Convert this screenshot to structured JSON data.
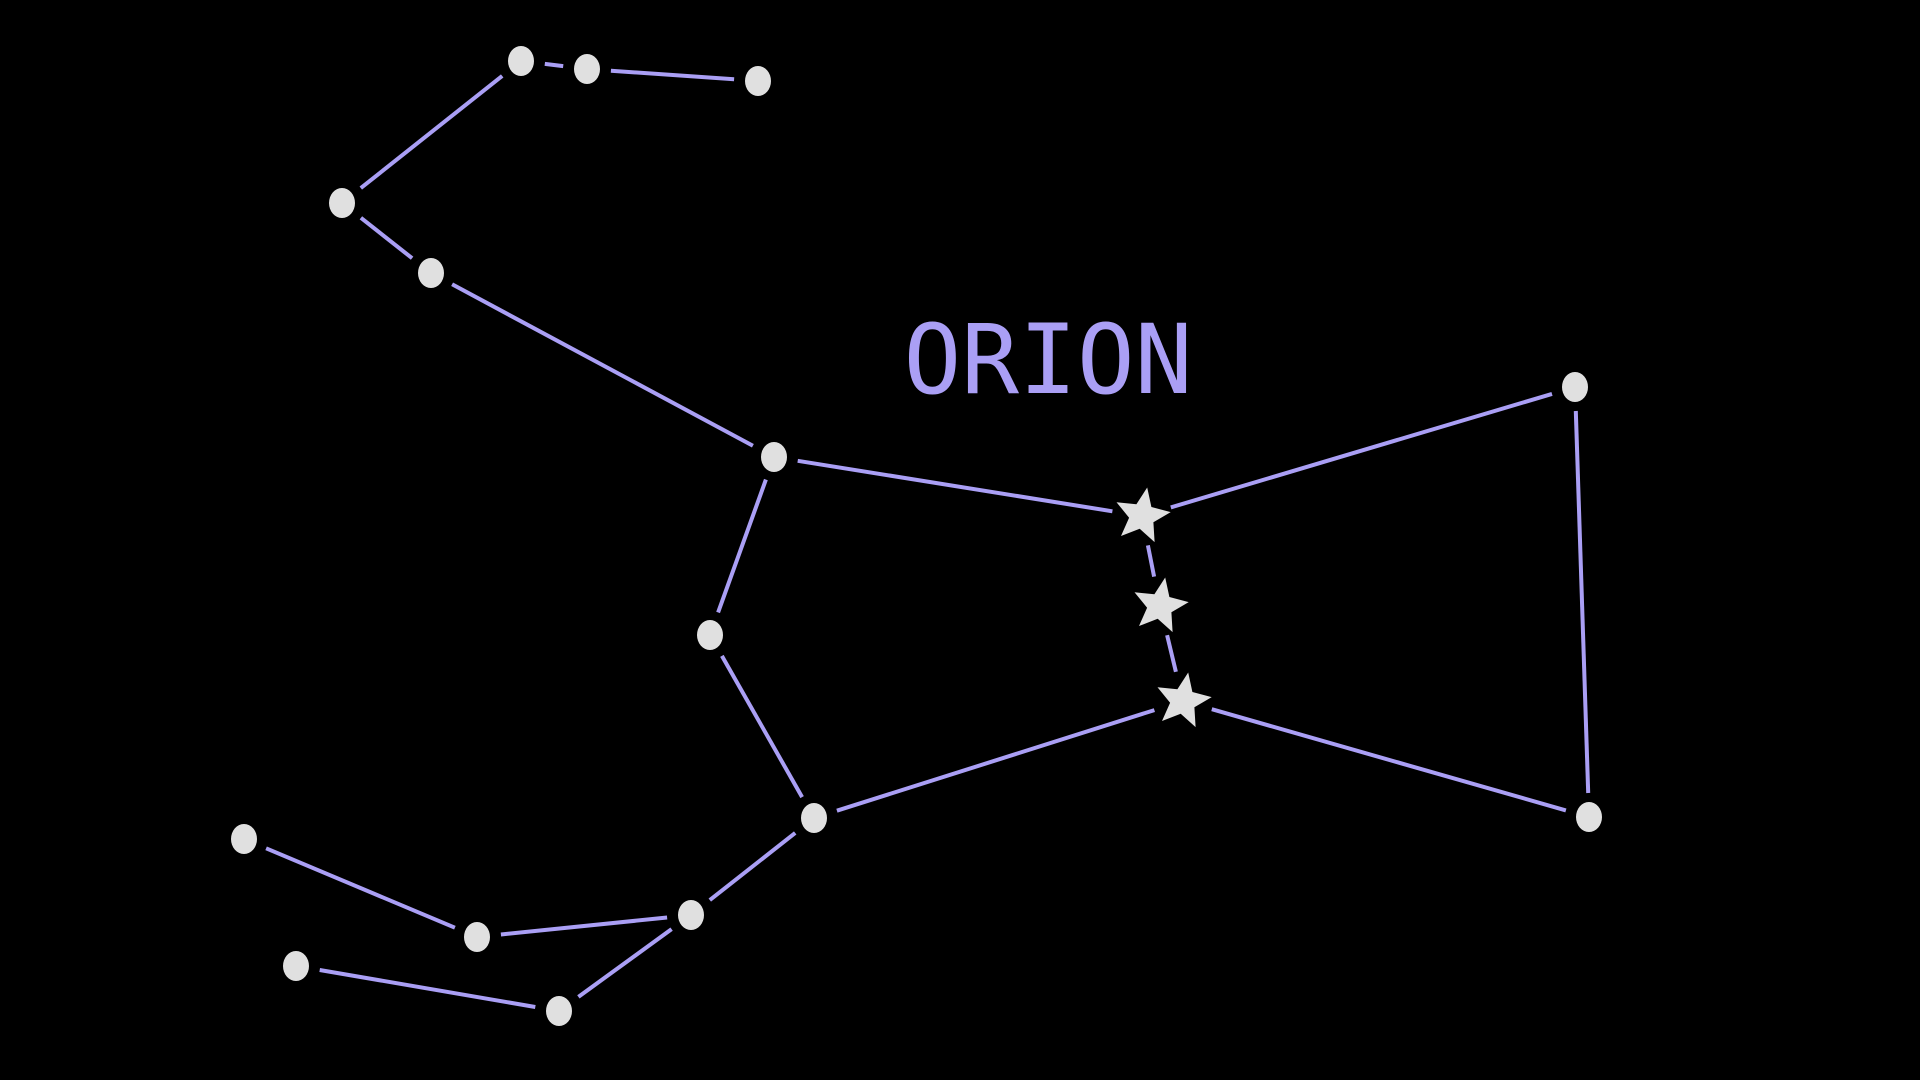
{
  "title": "ORION",
  "colors": {
    "background": "#000000",
    "line": "#aa9ff5",
    "star": "#e0e0e0",
    "title": "#aa9ff5"
  },
  "stars": [
    {
      "id": "head-1",
      "shape": "dot"
    },
    {
      "id": "head-2",
      "shape": "dot"
    },
    {
      "id": "head-3",
      "shape": "dot"
    },
    {
      "id": "arm-upper",
      "shape": "dot"
    },
    {
      "id": "arm-elbow",
      "shape": "dot"
    },
    {
      "id": "shoulder-left",
      "shape": "dot"
    },
    {
      "id": "side-mid",
      "shape": "dot"
    },
    {
      "id": "hip-left",
      "shape": "dot"
    },
    {
      "id": "belt-1",
      "shape": "star"
    },
    {
      "id": "belt-2",
      "shape": "star"
    },
    {
      "id": "belt-3",
      "shape": "star"
    },
    {
      "id": "shoulder-right",
      "shape": "dot"
    },
    {
      "id": "foot-right",
      "shape": "dot"
    },
    {
      "id": "leg-joint",
      "shape": "dot"
    },
    {
      "id": "leg-knee",
      "shape": "dot"
    },
    {
      "id": "foot-left-1",
      "shape": "dot"
    },
    {
      "id": "leg-lower",
      "shape": "dot"
    },
    {
      "id": "foot-left-2",
      "shape": "dot"
    }
  ]
}
